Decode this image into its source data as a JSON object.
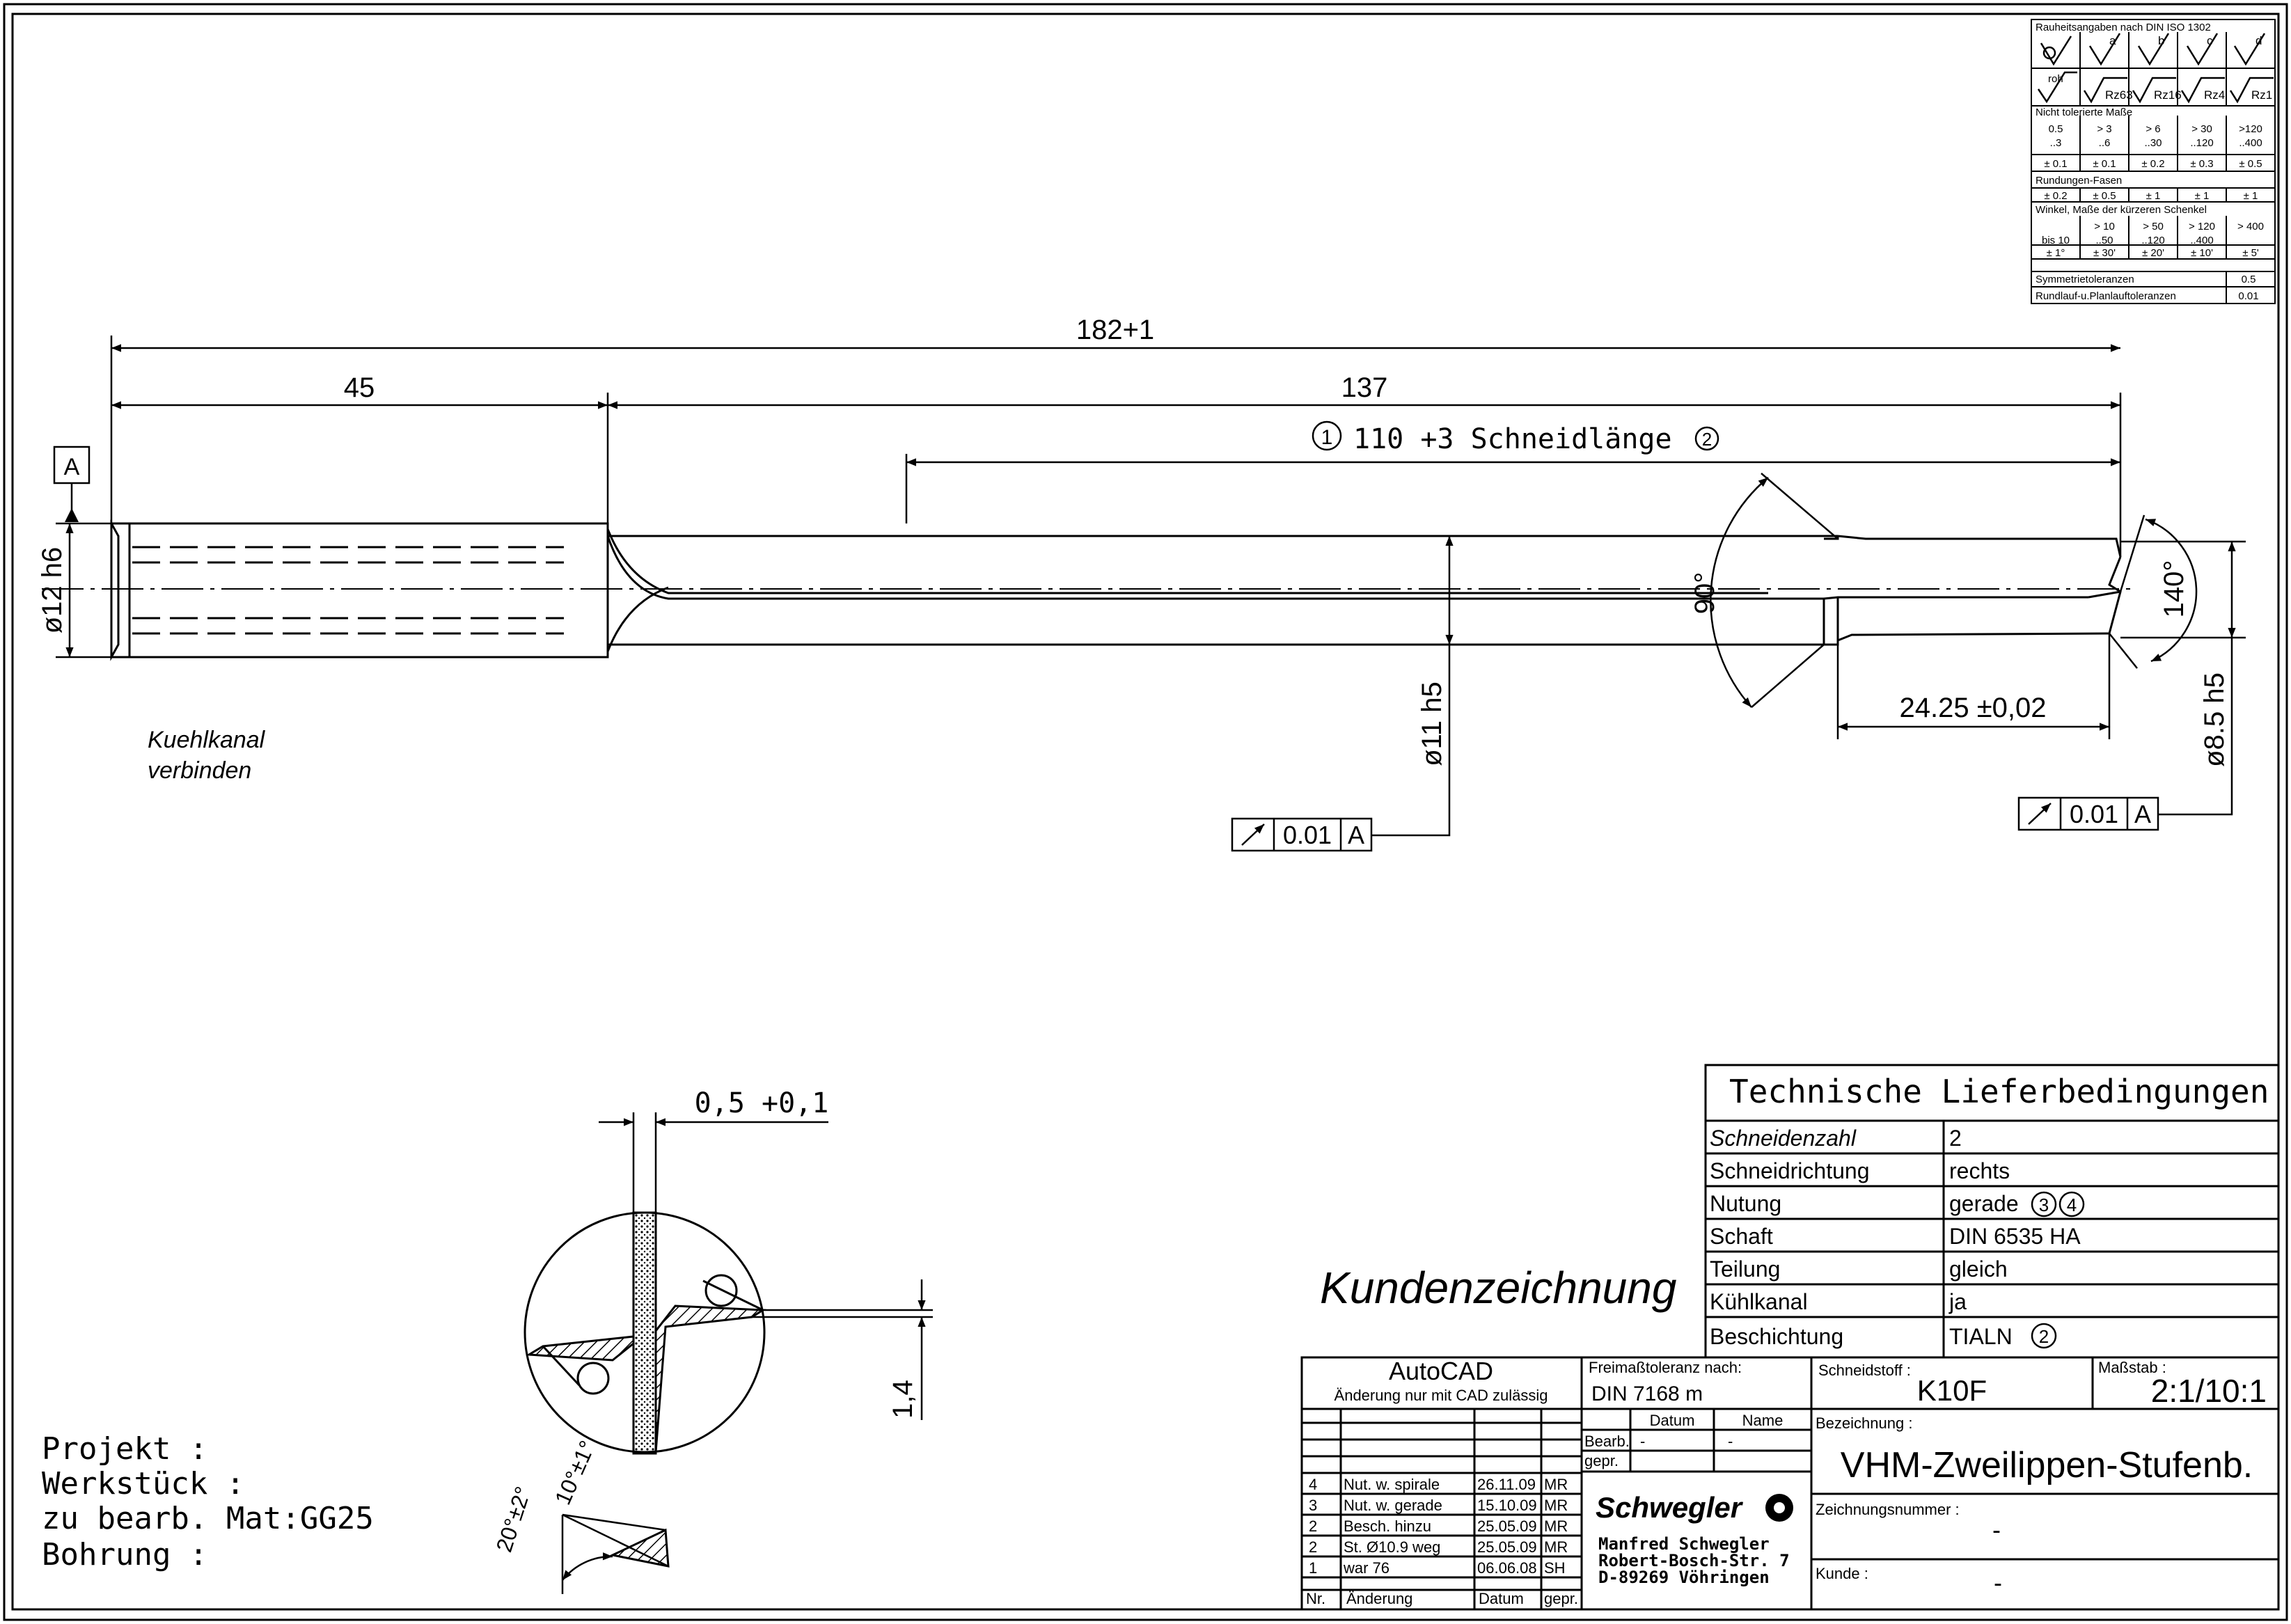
{
  "roughness": {
    "title": "Rauheitsangaben nach DIN ISO 1302",
    "letters": [
      "a",
      "b",
      "c",
      "d"
    ],
    "roh": "roh",
    "values": [
      "Rz63",
      "Rz16",
      "Rz4",
      "Rz1"
    ]
  },
  "untoleranced": {
    "title": "Nicht tolerierte Maße",
    "ranges": [
      [
        "0.5",
        "..3"
      ],
      [
        "> 3",
        "..6"
      ],
      [
        "> 6",
        "..30"
      ],
      [
        "> 30",
        "..120"
      ],
      [
        ">120",
        "..400"
      ]
    ],
    "tolerances": [
      "± 0.1",
      "± 0.1",
      "± 0.2",
      "± 0.3",
      "± 0.5"
    ]
  },
  "rounding": {
    "title": "Rundungen-Fasen",
    "tolerances": [
      "± 0.2",
      "± 0.5",
      "± 1",
      "± 1",
      "± 1"
    ]
  },
  "angles": {
    "title": "Winkel, Maße der kürzeren Schenkel",
    "ranges": [
      [
        "",
        "bis 10"
      ],
      [
        "> 10",
        "..50"
      ],
      [
        "> 50",
        "..120"
      ],
      [
        "> 120",
        "..400"
      ],
      [
        "> 400",
        ""
      ]
    ],
    "tolerances": [
      "± 1°",
      "± 30'",
      "± 20'",
      "± 10'",
      "± 5'"
    ]
  },
  "symmetry": {
    "label": "Symmetrietoleranzen",
    "value": "0.5"
  },
  "runout": {
    "label": "Rundlauf-u.Planlauftoleranzen",
    "value": "0.01"
  },
  "dimensions": {
    "overall": "182+1",
    "shank_length": "45",
    "body_length": "137",
    "cut_length_num1": "1",
    "cut_length": "110 +3 Schneidlänge",
    "cut_length_num2": "2",
    "step_angle": "90°",
    "point_angle": "140°",
    "step_length": "24.25 ±0,02",
    "shank_dia": "ø12 h6",
    "body_dia": "ø11 h5",
    "tip_dia": "ø8.5 h5",
    "datum": "A",
    "runout1_value": "0.01",
    "runout1_ref": "A",
    "runout2_value": "0.01",
    "runout2_ref": "A",
    "section_width": "0,5 +0,1",
    "section_offset": "1,4",
    "angle_20": "20°±2°",
    "angle_10": "10°±1°"
  },
  "note": {
    "line1": "Kuehlkanal",
    "line2": "verbinden"
  },
  "project": {
    "projekt": "Projekt :",
    "werkstueck": "Werkstück :",
    "material": "zu bearb. Mat:GG25",
    "bohrung": "Bohrung :"
  },
  "customer_drawing": "Kundenzeichnung",
  "delivery": {
    "title": "Technische Lieferbedingungen",
    "rows": [
      {
        "label": "Schneidenzahl",
        "value": "2",
        "marks": []
      },
      {
        "label": "Schneidrichtung",
        "value": "rechts",
        "marks": []
      },
      {
        "label": "Nutung",
        "value": "gerade",
        "marks": [
          "3",
          "4"
        ]
      },
      {
        "label": "Schaft",
        "value": "DIN 6535 HA",
        "marks": []
      },
      {
        "label": "Teilung",
        "value": "gleich",
        "marks": []
      },
      {
        "label": "Kühlkanal",
        "value": "ja",
        "marks": []
      },
      {
        "label": "Beschichtung",
        "value": "TIALN",
        "marks": [
          "2"
        ]
      }
    ]
  },
  "title_block": {
    "autocad": "AutoCAD",
    "autocad_sub": "Änderung nur mit CAD zulässig",
    "freitol_label": "Freimaßtoleranz nach:",
    "freitol_value": "DIN 7168 m",
    "datum_label": "Datum",
    "name_label": "Name",
    "bearb_label": "Bearb.",
    "bearb_datum": "-",
    "bearb_name": "-",
    "gepr_label": "gepr.",
    "material_label": "Schneidstoff :",
    "material": "K10F",
    "scale_label": "Maßstab :",
    "scale": "2:1/10:1",
    "desig_label": "Bezeichnung :",
    "designation": "VHM-Zweilippen-Stufenb.",
    "drawno_label": "Zeichnungsnummer :",
    "drawno": "-",
    "customer_label": "Kunde :",
    "customer": "-",
    "company_logo": "Schwegler",
    "company_name": "Manfred Schwegler",
    "company_street": "Robert-Bosch-Str. 7",
    "company_city": "D-89269 Vöhringen",
    "rev_header": [
      "Nr.",
      "Änderung",
      "Datum",
      "gepr."
    ],
    "revisions": [
      {
        "nr": "4",
        "text": "Nut. w. spirale",
        "date": "26.11.09",
        "by": "MR"
      },
      {
        "nr": "3",
        "text": "Nut. w. gerade",
        "date": "15.10.09",
        "by": "MR"
      },
      {
        "nr": "2",
        "text": "Besch. hinzu",
        "date": "25.05.09",
        "by": "MR"
      },
      {
        "nr": "2",
        "text": "St. Ø10.9 weg",
        "date": "25.05.09",
        "by": "MR"
      },
      {
        "nr": "1",
        "text": "war 76",
        "date": "06.06.08",
        "by": "SH"
      }
    ]
  }
}
